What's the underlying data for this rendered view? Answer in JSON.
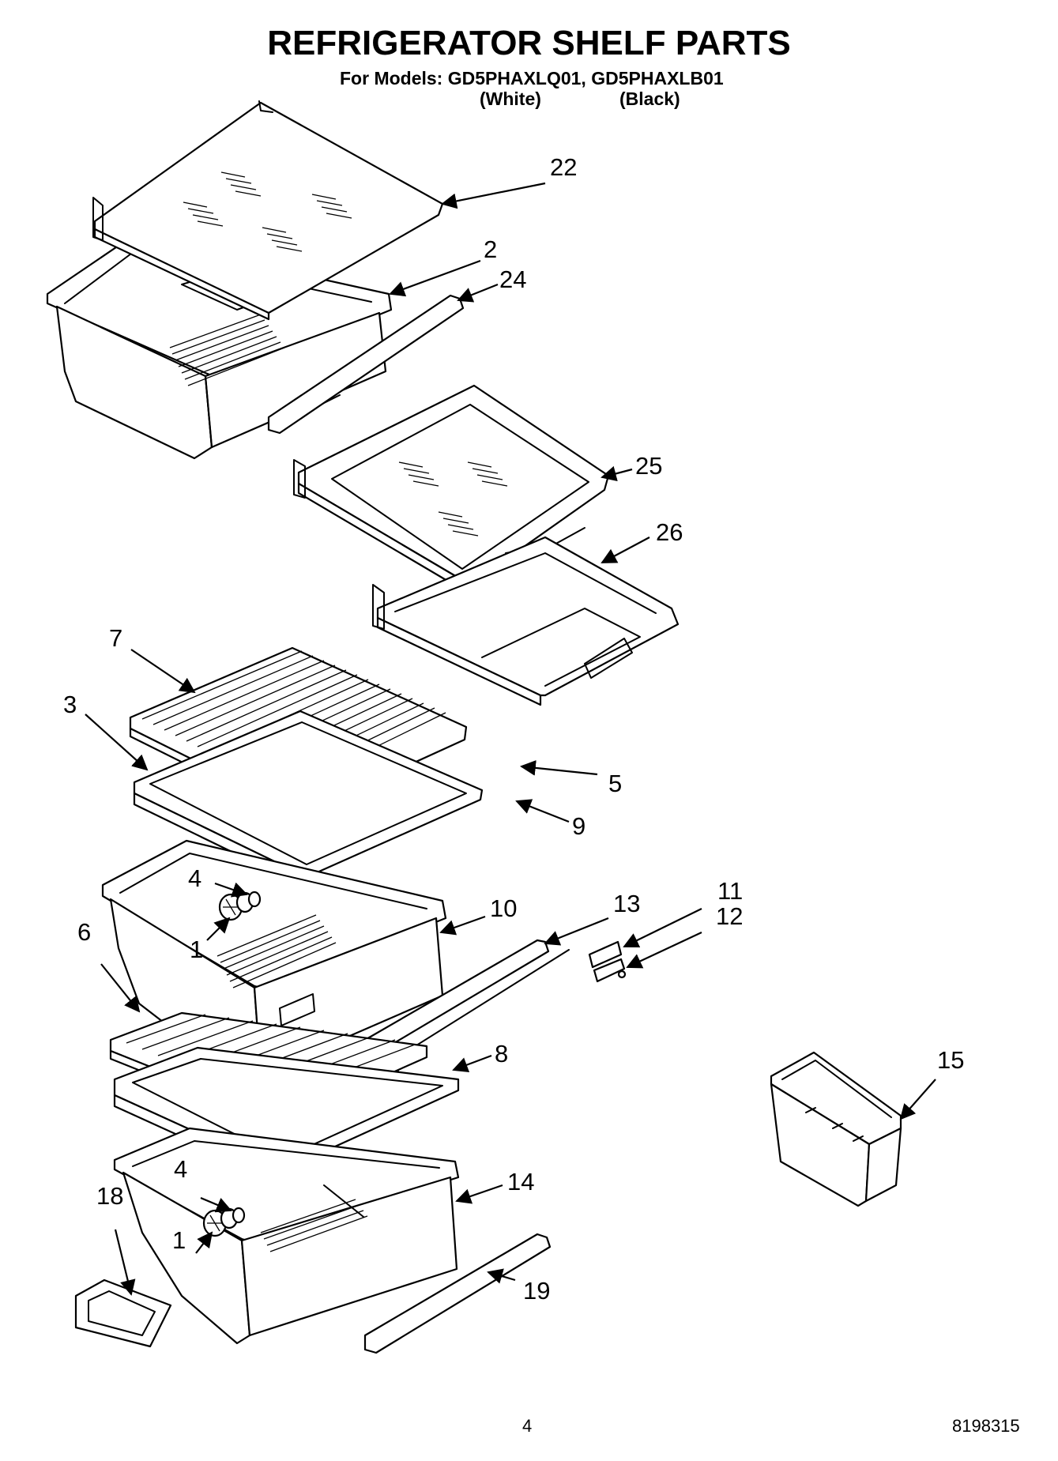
{
  "header": {
    "title": "REFRIGERATOR SHELF PARTS",
    "models_line": "For Models: GD5PHAXLQ01, GD5PHAXLB01",
    "variant_white": "(White)",
    "variant_black": "(Black)"
  },
  "callouts": {
    "c22": "22",
    "c2": "2",
    "c24": "24",
    "c25": "25",
    "c26": "26",
    "c7": "7",
    "c3": "3",
    "c5": "5",
    "c9": "9",
    "c4a": "4",
    "c1a": "1",
    "c10": "10",
    "c13": "13",
    "c11": "11",
    "c12": "12",
    "c6": "6",
    "c8": "8",
    "c15": "15",
    "c4b": "4",
    "c1b": "1",
    "c14": "14",
    "c18": "18",
    "c19": "19"
  },
  "footer": {
    "page_number": "4",
    "doc_number": "8198315"
  }
}
